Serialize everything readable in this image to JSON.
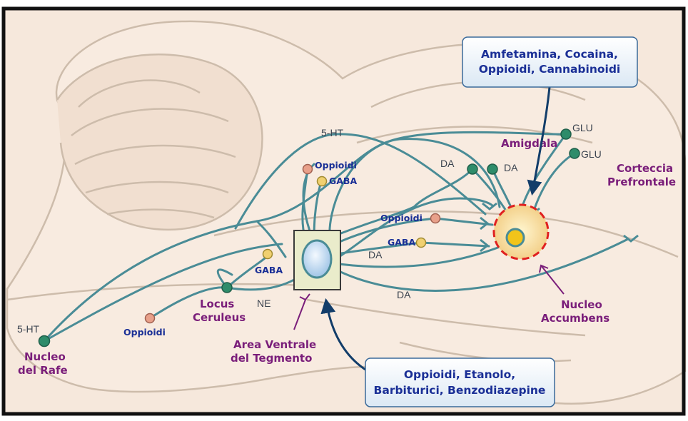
{
  "regions": {
    "prefrontal": [
      "Corteccia",
      "Prefrontale"
    ],
    "amygdala": "Amigdala",
    "accumbens": [
      "Nucleo",
      "Accumbens"
    ],
    "vta": [
      "Area Ventrale",
      "del Tegmento"
    ],
    "ceruleus": [
      "Locus",
      "Ceruleus"
    ],
    "raphe": [
      "Nucleo",
      "del Rafe"
    ]
  },
  "drug_boxes": {
    "top": [
      "Amfetamina, Cocaina,",
      "Oppioidi, Cannabinoidi"
    ],
    "bottom": [
      "Oppioidi, Etanolo,",
      "Barbiturici, Benzodiazepine"
    ]
  },
  "receptors": {
    "opioid_vta": "Oppioidi",
    "gaba_vta": "GABA",
    "opioid_acc": "Oppioidi",
    "gaba_acc": "GABA",
    "gaba_lc": "GABA",
    "opioid_lc": "Oppioidi"
  },
  "neurotransmitters": {
    "ht_top": "5-HT",
    "ht_left": "5-HT",
    "da_1": "DA",
    "da_2": "DA",
    "da_3": "DA",
    "da_4": "DA",
    "glu_1": "GLU",
    "glu_2": "GLU",
    "ne": "NE"
  },
  "colors": {
    "pathway": "#4a8c96",
    "node_green": "#2e8c6a",
    "node_opioid": "#e8a08a",
    "node_gaba": "#f0d070",
    "label_purple": "#7a1e7a",
    "label_blue": "#1a2f96",
    "accumbens_ring": "#e02020"
  }
}
